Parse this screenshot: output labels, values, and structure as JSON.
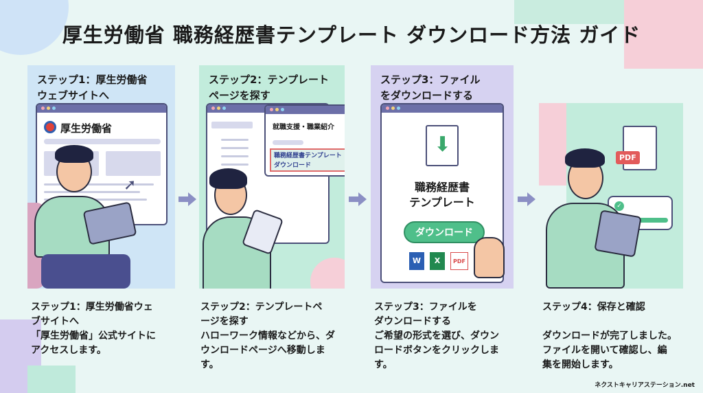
{
  "title": "厚生労働省 職務経歴書テンプレート ダウンロード方法 ガイド",
  "panels": [
    {
      "title_l1": "ステップ1：厚生労働省",
      "title_l2": "ウェブサイトへ",
      "site_name": "厚生労働省"
    },
    {
      "title_l1": "ステップ2：テンプレート",
      "title_l2": "ページを探す",
      "popup_heading": "就職支援・職業紹介",
      "link_l1": "職務経歴書テンプレート",
      "link_l2": "ダウンロード"
    },
    {
      "title_l1": "ステップ3：ファイル",
      "title_l2": "をダウンロードする",
      "doc_l1": "職務経歴書",
      "doc_l2": "テンプレート",
      "button": "ダウンロード",
      "formats": [
        "W",
        "X",
        "PDF"
      ]
    },
    {
      "pdf_badge": "PDF"
    }
  ],
  "steps": [
    {
      "heading_l1": "ステップ1：厚生労働省ウェ",
      "heading_l2": "ブサイトへ",
      "body_l1": "「厚生労働省」公式サイトに",
      "body_l2": "アクセスします。"
    },
    {
      "heading_l1": "ステップ2：テンプレートペ",
      "heading_l2": "ージを探す",
      "body_l1": "ハローワーク情報などから、ダ",
      "body_l2": "ウンロードページへ移動しま",
      "body_l3": "す。"
    },
    {
      "heading_l1": "ステップ3：ファイルを",
      "heading_l2": "ダウンロードする",
      "body_l1": "ご希望の形式を選び、ダウン",
      "body_l2": "ロードボタンをクリックしま",
      "body_l3": "す。"
    },
    {
      "heading_l1": "ステップ4：保存と確認",
      "body_l1": "ダウンロードが完了しました。",
      "body_l2": "ファイルを開いて確認し、編",
      "body_l3": "集を開始します。"
    }
  ],
  "footer": "ネクストキャリアステーション.net",
  "colors": {
    "bg": "#e9f6f4",
    "panel1": "#cfe5f6",
    "panel2": "#c2ecdc",
    "panel3": "#d6d2f1",
    "accent": "#4fbf8a"
  }
}
